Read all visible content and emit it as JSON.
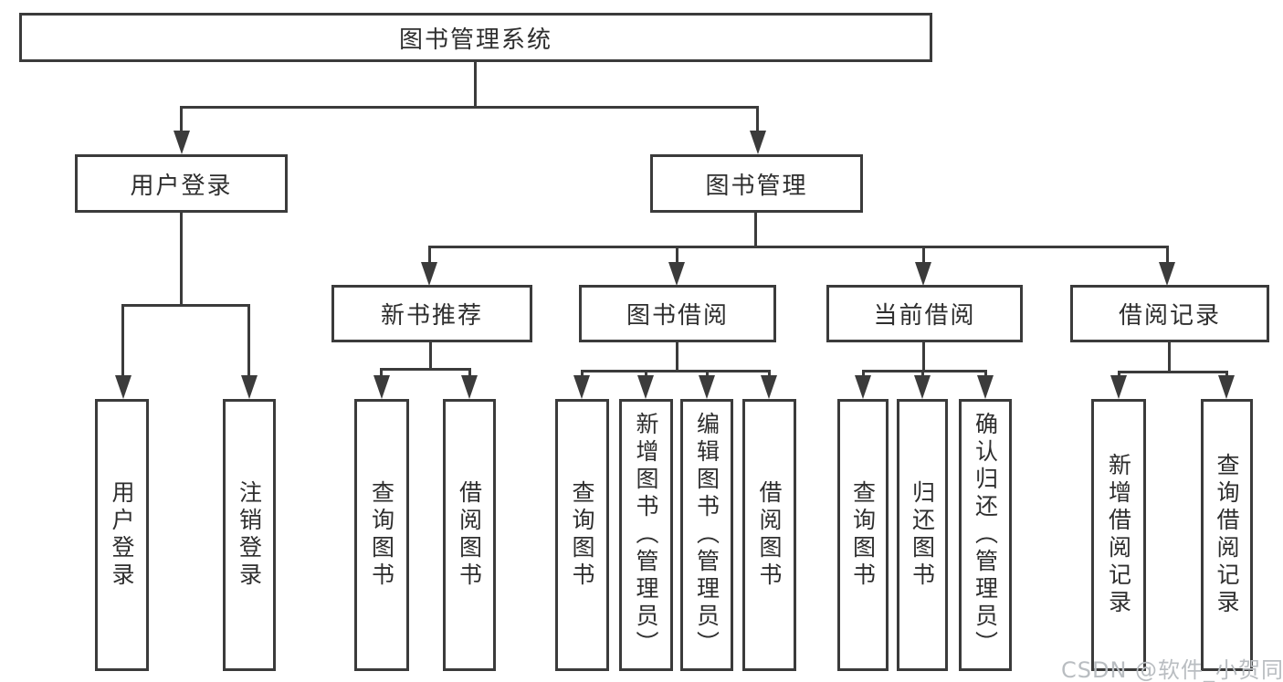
{
  "diagram": {
    "type": "org-tree",
    "title": "图书管理系统",
    "root": {
      "label": "图书管理系统",
      "children": [
        {
          "label": "用户登录",
          "children": [
            {
              "label": "用户登录"
            },
            {
              "label": "注销登录"
            }
          ]
        },
        {
          "label": "图书管理",
          "children": [
            {
              "label": "新书推荐",
              "children": [
                {
                  "label": "查询图书"
                },
                {
                  "label": "借阅图书"
                }
              ]
            },
            {
              "label": "图书借阅",
              "children": [
                {
                  "label": "查询图书"
                },
                {
                  "label": "新增图书（管理员）"
                },
                {
                  "label": "编辑图书（管理员）"
                },
                {
                  "label": "借阅图书"
                }
              ]
            },
            {
              "label": "当前借阅",
              "children": [
                {
                  "label": "查询图书"
                },
                {
                  "label": "归还图书"
                },
                {
                  "label": "确认归还（管理员）"
                }
              ]
            },
            {
              "label": "借阅记录",
              "children": [
                {
                  "label": "新增借阅记录"
                },
                {
                  "label": "查询借阅记录"
                }
              ]
            }
          ]
        }
      ]
    }
  },
  "watermark": {
    "text": "CSDN @软件_小贺同学"
  },
  "colors": {
    "line": "#3b3b3b",
    "border": "#3b3b3b",
    "text": "#2e2e2e",
    "box_fill": "#ffffff",
    "background": "#ffffff",
    "watermark": "#b9bdc1"
  }
}
